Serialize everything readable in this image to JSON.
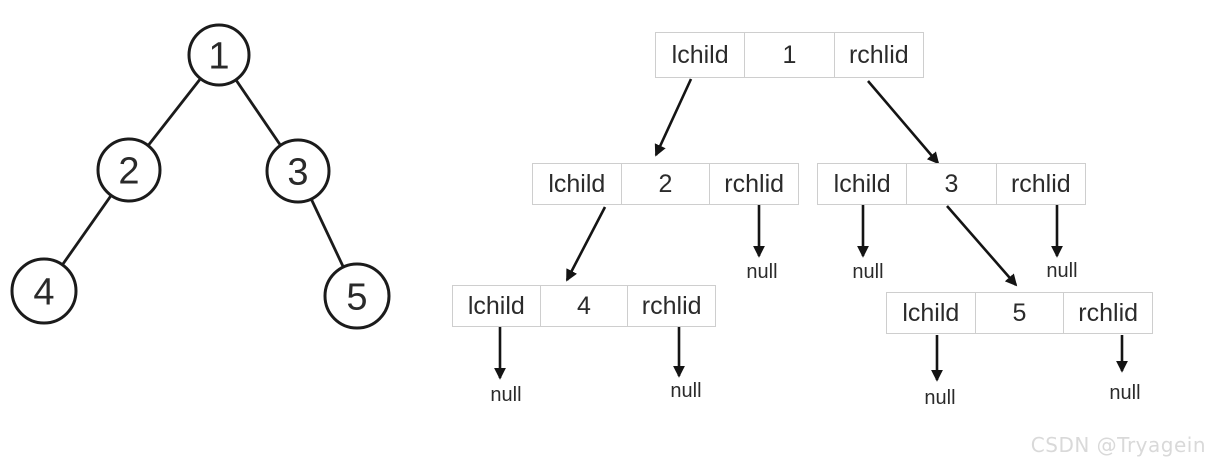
{
  "tree": {
    "nodes": [
      {
        "value": "1"
      },
      {
        "value": "2"
      },
      {
        "value": "3"
      },
      {
        "value": "4"
      },
      {
        "value": "5"
      }
    ]
  },
  "list": {
    "null_label": "null",
    "nodes": [
      {
        "left": "lchild",
        "value": "1",
        "right": "rchlid"
      },
      {
        "left": "lchild",
        "value": "2",
        "right": "rchlid"
      },
      {
        "left": "lchild",
        "value": "3",
        "right": "rchlid"
      },
      {
        "left": "lchild",
        "value": "4",
        "right": "rchlid"
      },
      {
        "left": "lchild",
        "value": "5",
        "right": "rchlid"
      }
    ]
  },
  "watermark": "CSDN @Tryagein",
  "colors": {
    "line": "#1b1b1b",
    "box_border": "#cecece",
    "text": "#2b2b2b",
    "watermark": "#d9d9d9"
  }
}
